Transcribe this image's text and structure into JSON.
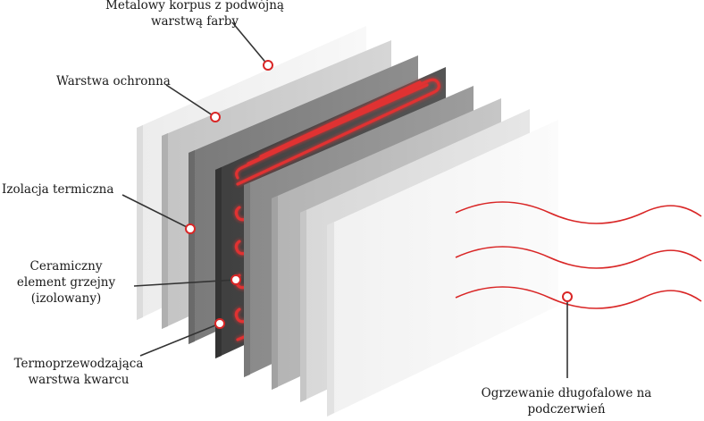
{
  "labels": {
    "metal_body": [
      "Metalowy korpus z podwójną",
      "warstwą farby"
    ],
    "protective_layer": "Warstwa ochronna",
    "thermal_insulation": "Izolacja termiczna",
    "ceramic_element": [
      "Ceramiczny",
      "element grzejny",
      "(izolowany)"
    ],
    "quartz_layer": [
      "Termoprzewodzająca",
      "warstwa kwarcu"
    ],
    "infrared_heating": [
      "Ogrzewanie długofalowe na",
      "podczerwień"
    ]
  },
  "colors": {
    "heating_red": "#d92626",
    "leader_line": "#333333",
    "text": "#1a1a1a"
  }
}
